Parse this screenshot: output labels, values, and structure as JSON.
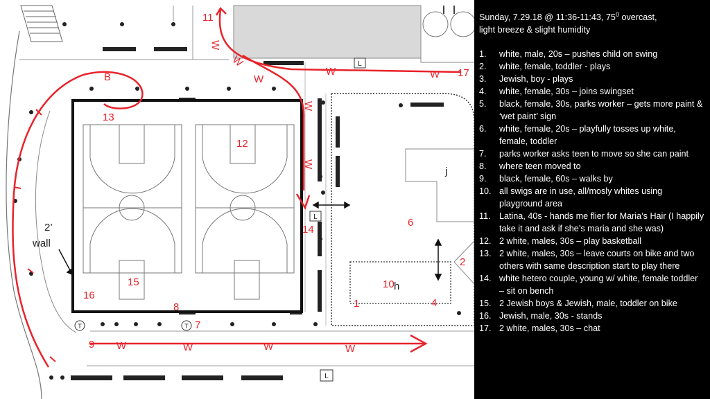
{
  "notes": {
    "header_line1": "Sunday, 7.29.18 @ 11:36-11:43, 75",
    "header_degree": "0",
    "header_line1b": " overcast,",
    "header_line2": "light breeze & slight humidity",
    "items": [
      {
        "num": "1.",
        "text": "white, male, 20s – pushes child on swing"
      },
      {
        "num": "2.",
        "text": "white, female, toddler - plays"
      },
      {
        "num": "3.",
        "text": "Jewish, boy  - plays"
      },
      {
        "num": "4.",
        "text": "white, female, 30s – joins swingset"
      },
      {
        "num": "5.",
        "text": "black, female, 30s, parks worker – gets more paint & ‘wet paint’ sign"
      },
      {
        "num": "6.",
        "text": "white, female, 20s – playfully  tosses up white, female, toddler"
      },
      {
        "num": "7.",
        "text": "parks worker asks teen to move so she can paint"
      },
      {
        "num": "8.",
        "text": "where teen moved to"
      },
      {
        "num": "9.",
        "text": "black, female, 60s – walks by"
      },
      {
        "num": "10.",
        "text": "all swigs are in use, all/mosly whites using playground area"
      },
      {
        "num": "11.",
        "text": "Latina, 40s - hands me flier for Maria’s Hair (I happily take it and ask if she’s maria and she was)"
      },
      {
        "num": "12.",
        "text": "2 white, males, 30s – play basketball"
      },
      {
        "num": "13.",
        "text": "2 white, males, 30s – leave courts on bike and two others with same description start to play there"
      },
      {
        "num": "14.",
        "text": "white hetero couple, young w/ white, female toddler – sit on bench"
      },
      {
        "num": "15.",
        "text": "2 Jewish boys & Jewish, male, toddler on bike"
      },
      {
        "num": "16.",
        "text": "Jewish, male, 30s  - stands"
      },
      {
        "num": "17.",
        "text": "2 white, males, 30s – chat"
      }
    ]
  },
  "map": {
    "markers": {
      "m1": "1",
      "m2": "2",
      "m4": "4",
      "m6": "6",
      "m7": "7",
      "m8": "8",
      "m9": "9",
      "m10": "10",
      "m11": "11",
      "m12": "12",
      "m13": "13",
      "m14": "14",
      "m15": "15",
      "m16": "16",
      "m17": "17"
    },
    "path_letters": {
      "w": "W",
      "b": "B"
    },
    "labels": {
      "wall_line1": "2’",
      "wall_line2": "wall",
      "j": "j",
      "h": "h",
      "restroom": "L",
      "tree": "T"
    }
  }
}
